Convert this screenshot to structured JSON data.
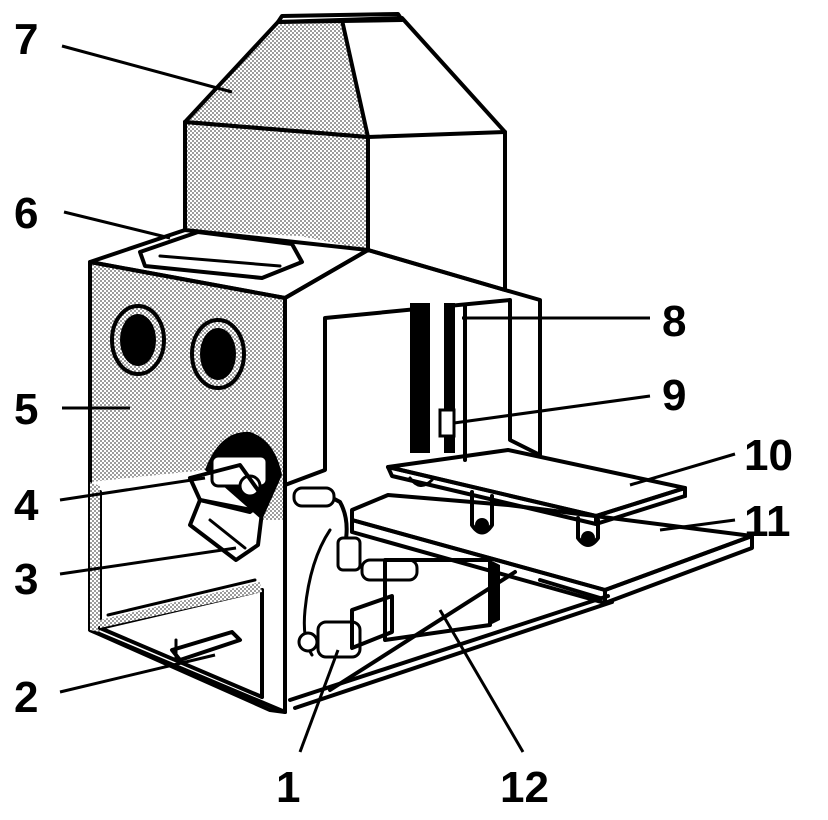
{
  "diagram": {
    "labels": [
      {
        "id": "1",
        "text": "1"
      },
      {
        "id": "2",
        "text": "2"
      },
      {
        "id": "3",
        "text": "3"
      },
      {
        "id": "4",
        "text": "4"
      },
      {
        "id": "5",
        "text": "5"
      },
      {
        "id": "6",
        "text": "6"
      },
      {
        "id": "7",
        "text": "7"
      },
      {
        "id": "8",
        "text": "8"
      },
      {
        "id": "9",
        "text": "9"
      },
      {
        "id": "10",
        "text": "10"
      },
      {
        "id": "11",
        "text": "11"
      },
      {
        "id": "12",
        "text": "12"
      }
    ],
    "colors": {
      "line": "#000000",
      "background": "#ffffff",
      "shade": "#9a9a9a"
    }
  }
}
